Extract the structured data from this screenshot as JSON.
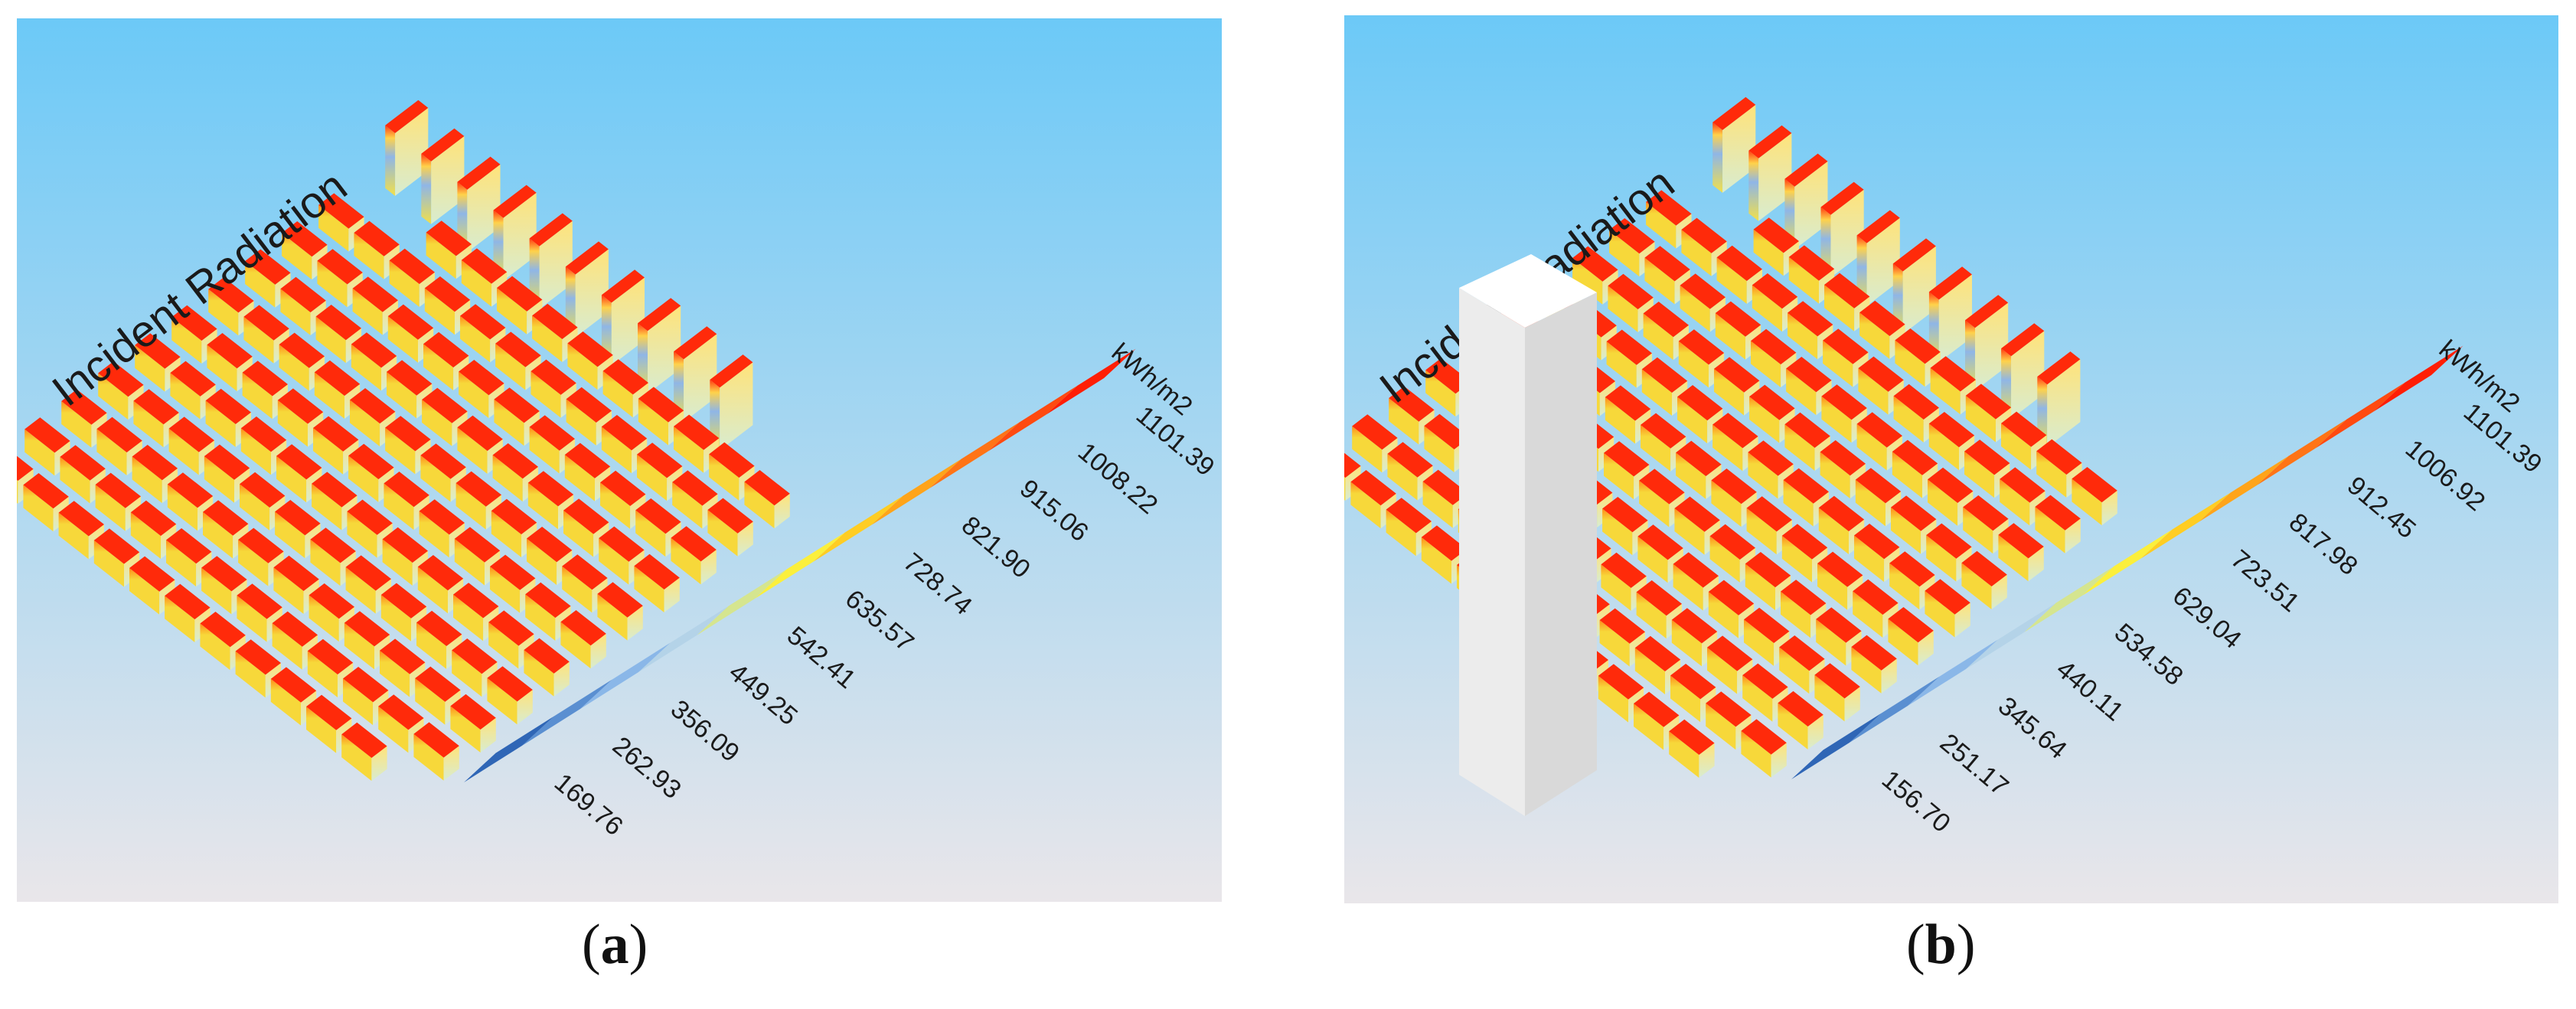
{
  "panels": [
    {
      "id": "a",
      "caption": "a",
      "title": "Incident Radiation",
      "unit": "kWh/m2",
      "legend": [
        "1101.39",
        "1008.22",
        "915.06",
        "821.90",
        "728.74",
        "635.57",
        "542.41",
        "449.25",
        "356.09",
        "262.93",
        "169.76"
      ],
      "has_tower": false
    },
    {
      "id": "b",
      "caption": "b",
      "title": "Incident Radiation",
      "unit": "kWh/m2",
      "legend": [
        "1101.39",
        "1006.92",
        "912.45",
        "817.98",
        "723.51",
        "629.04",
        "534.58",
        "440.11",
        "345.64",
        "251.17",
        "156.70"
      ],
      "has_tower": true
    }
  ],
  "colors": {
    "sky_top": "#6cc9f7",
    "sky_bottom": "#e9e6ea",
    "roof_red": "#ff2a0a",
    "side_yellow": "#f7d83a",
    "side_pale": "#d8ecd0",
    "side_blue": "#8fb6e6",
    "tower": "#f4f4f4",
    "legend": [
      "#ff1e05",
      "#ff4a10",
      "#ff7416",
      "#ffa41a",
      "#ffcd23",
      "#fbef3c",
      "#d5e58f",
      "#b4d3e8",
      "#8ab7e8",
      "#5a8fd1",
      "#2f66b6"
    ]
  }
}
